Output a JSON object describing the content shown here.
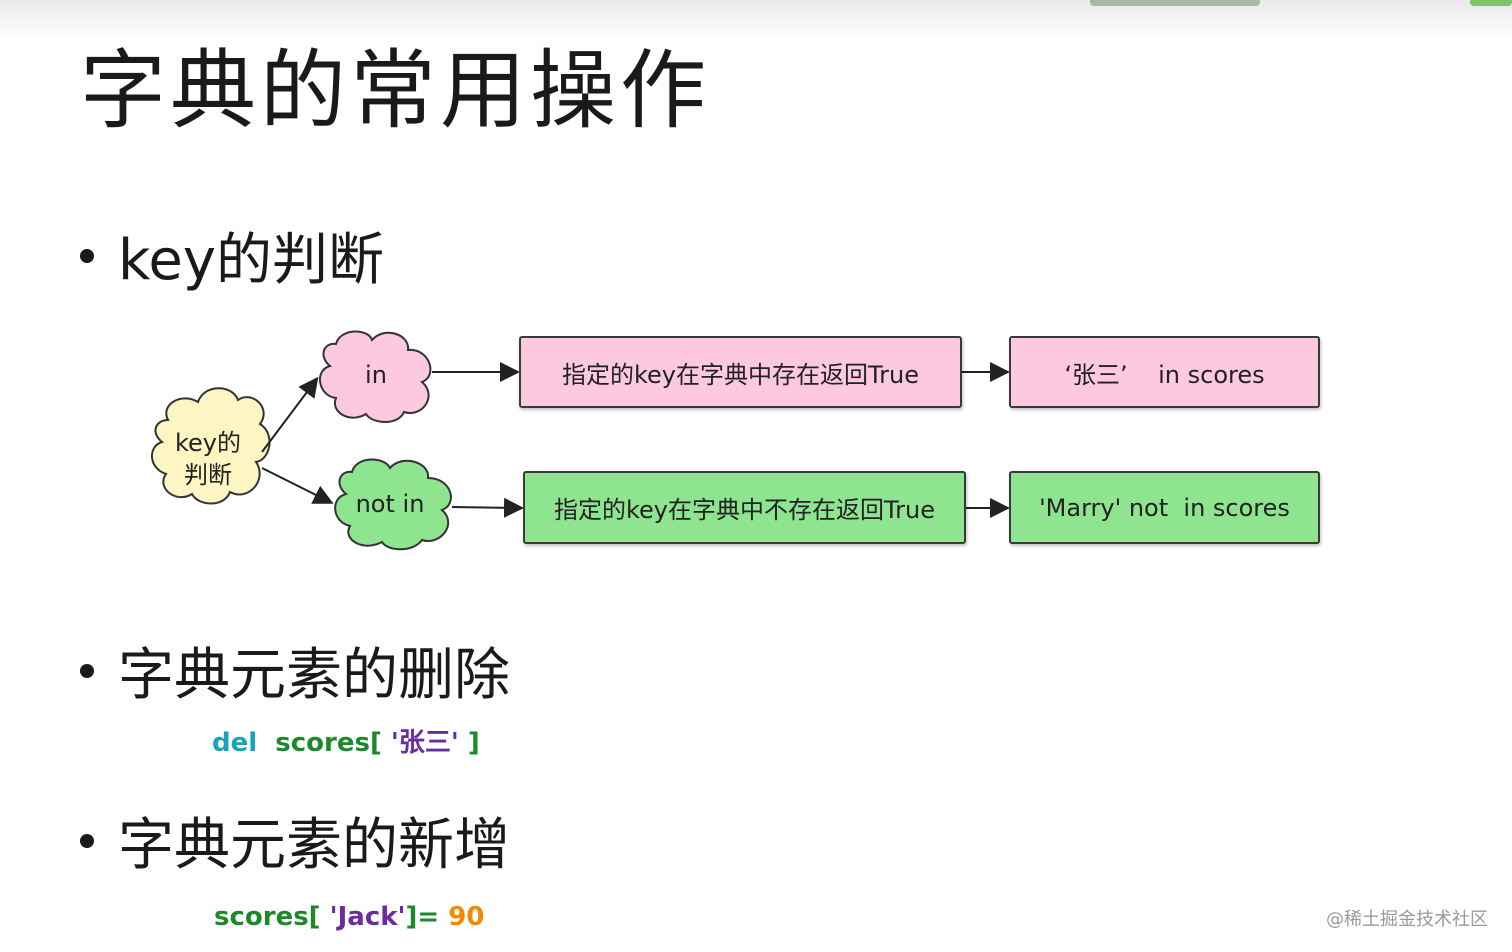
{
  "title": "字典的常用操作",
  "bullets": {
    "key_judge": "key的判断",
    "delete": "字典元素的删除",
    "add": "字典元素的新增"
  },
  "diagram": {
    "root_line1": "key的",
    "root_line2": "判断",
    "in_label": "in",
    "not_in_label": "not in",
    "in_desc": "指定的key在字典中存在返回True",
    "in_example": "‘张三’    in scores",
    "not_in_desc": "指定的key在字典中不存在返回True",
    "not_in_example": "'Marry' not  in scores",
    "colors": {
      "root_fill": "#fdf6c3",
      "in_fill": "#fcc9e0",
      "not_in_fill": "#8ee48f"
    }
  },
  "code_delete": {
    "kw": "del",
    "name": "scores[",
    "str": "'张三'",
    "close": "]"
  },
  "code_add": {
    "name": "scores[",
    "str": "'Jack'",
    "close": "]=",
    "num": "90"
  },
  "watermark": "@稀土掘金技术社区"
}
